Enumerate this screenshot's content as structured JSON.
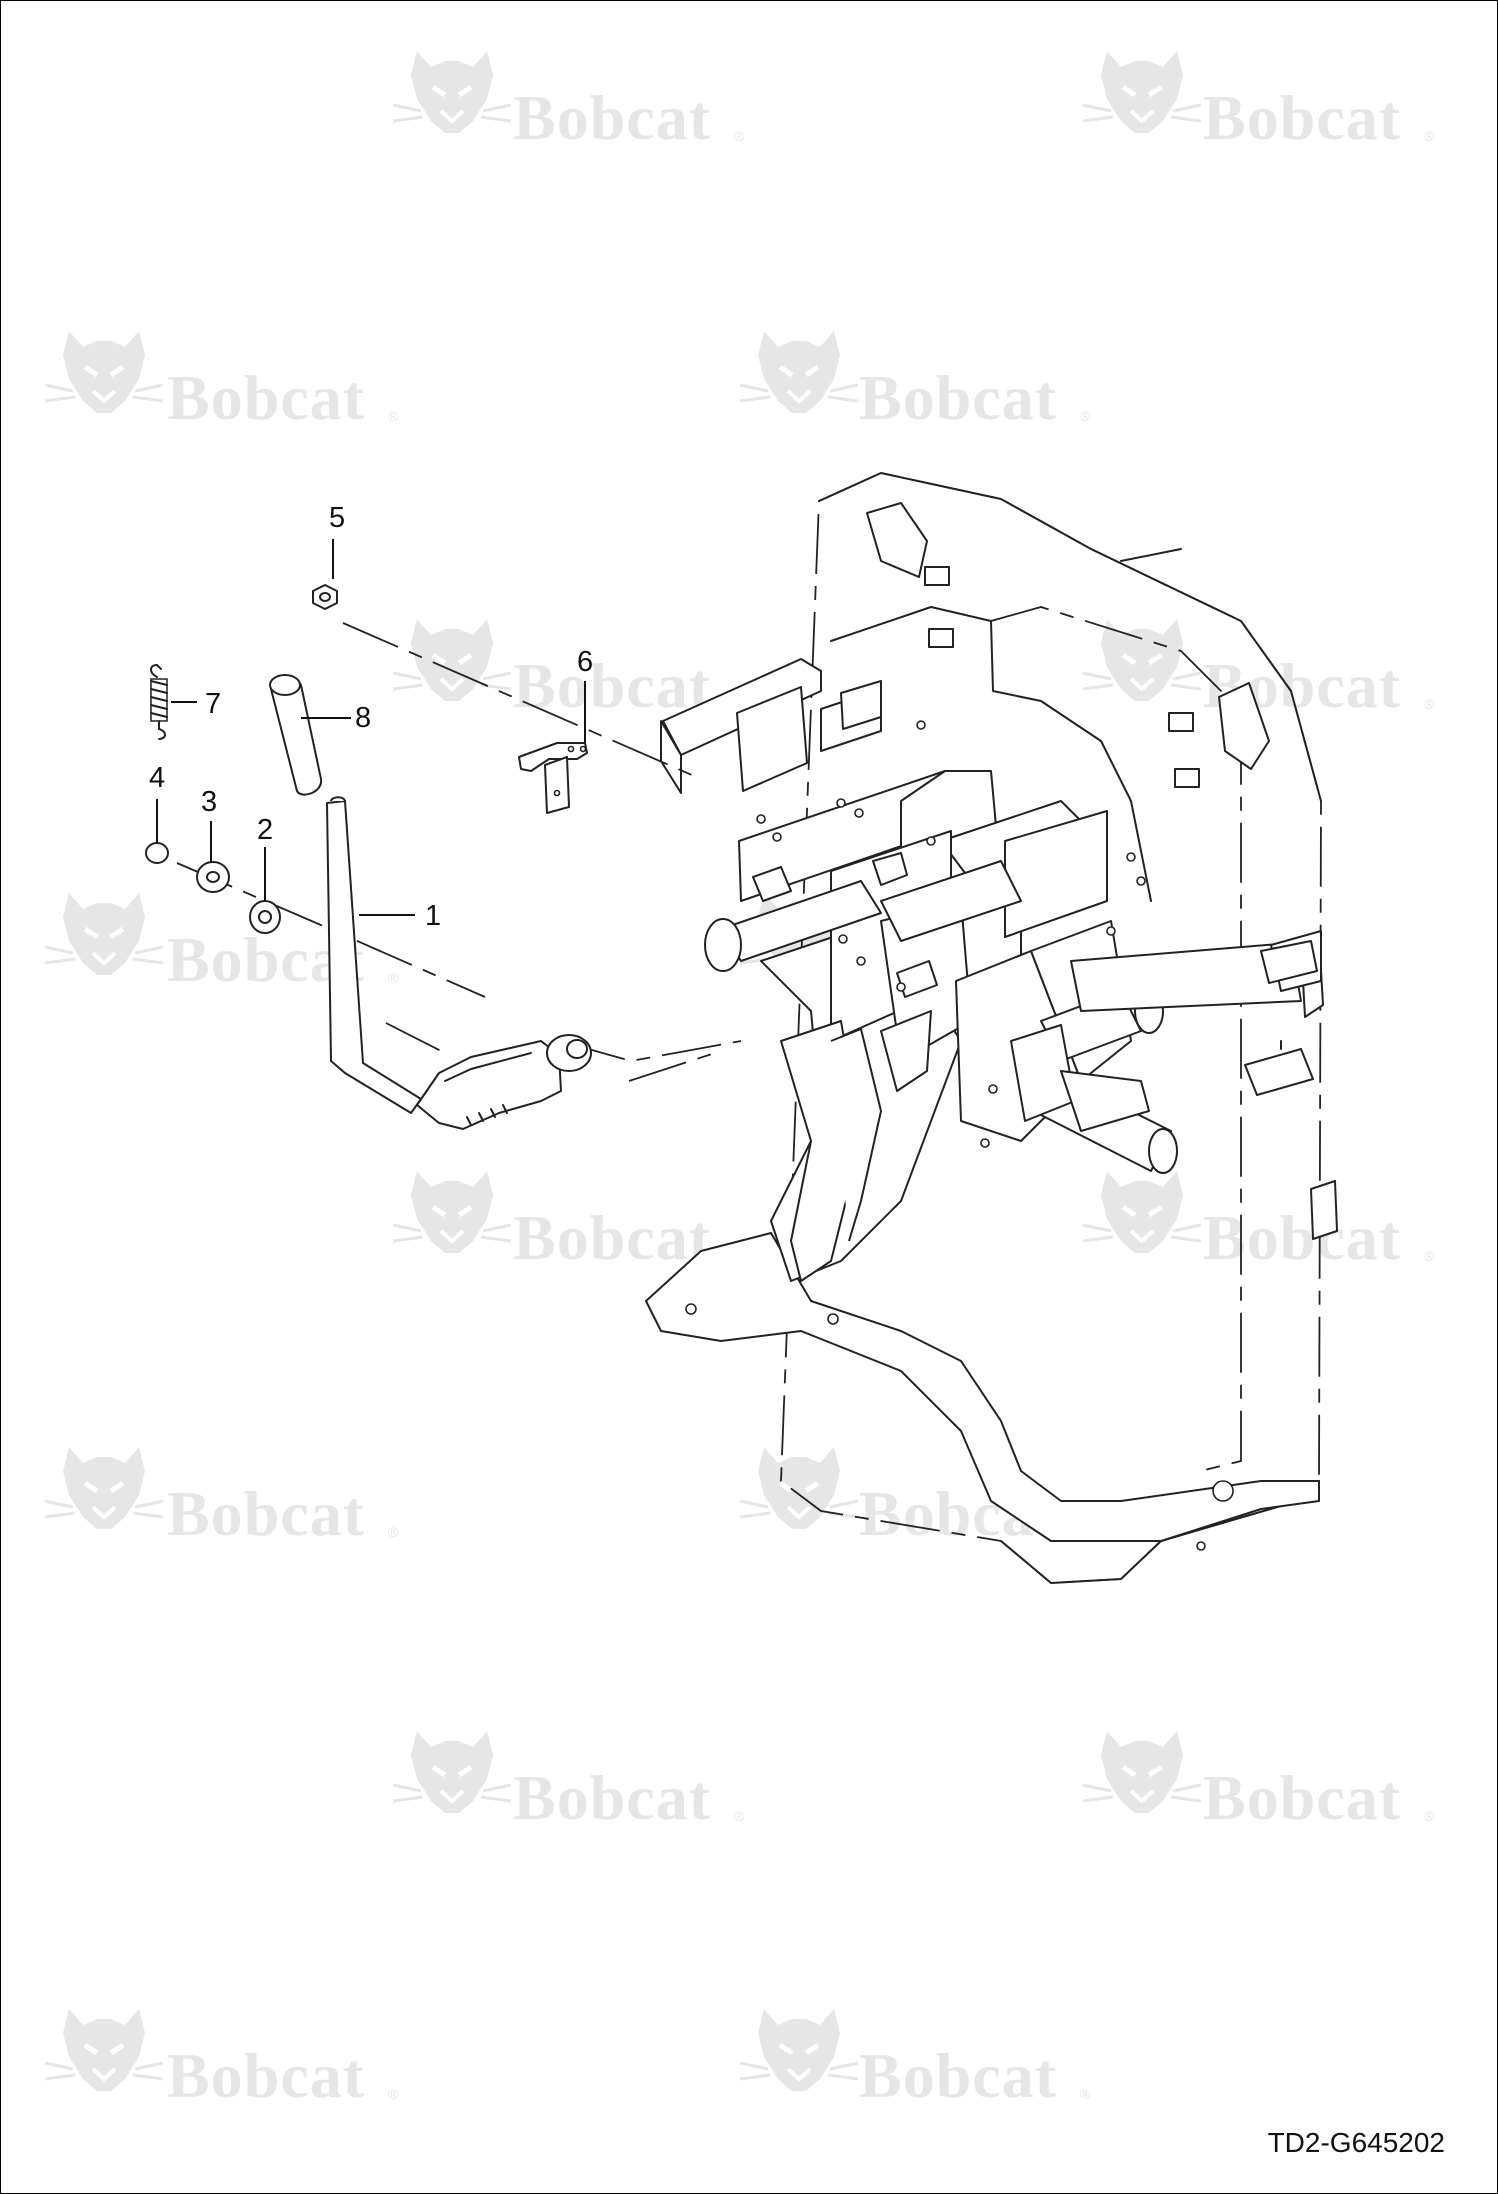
{
  "watermark": {
    "text": "Bobcat",
    "mark": "®",
    "logo_icon": "bobcat-head-logo-icon"
  },
  "drawing_id": "TD2-G645202",
  "callouts": [
    {
      "id": "callout-1",
      "label": "1"
    },
    {
      "id": "callout-2",
      "label": "2"
    },
    {
      "id": "callout-3",
      "label": "3"
    },
    {
      "id": "callout-4",
      "label": "4"
    },
    {
      "id": "callout-5",
      "label": "5"
    },
    {
      "id": "callout-6",
      "label": "6"
    },
    {
      "id": "callout-7",
      "label": "7"
    },
    {
      "id": "callout-8",
      "label": "8"
    }
  ],
  "colors": {
    "line": "#222222",
    "watermark": "#e6e6e6",
    "background": "#ffffff"
  }
}
